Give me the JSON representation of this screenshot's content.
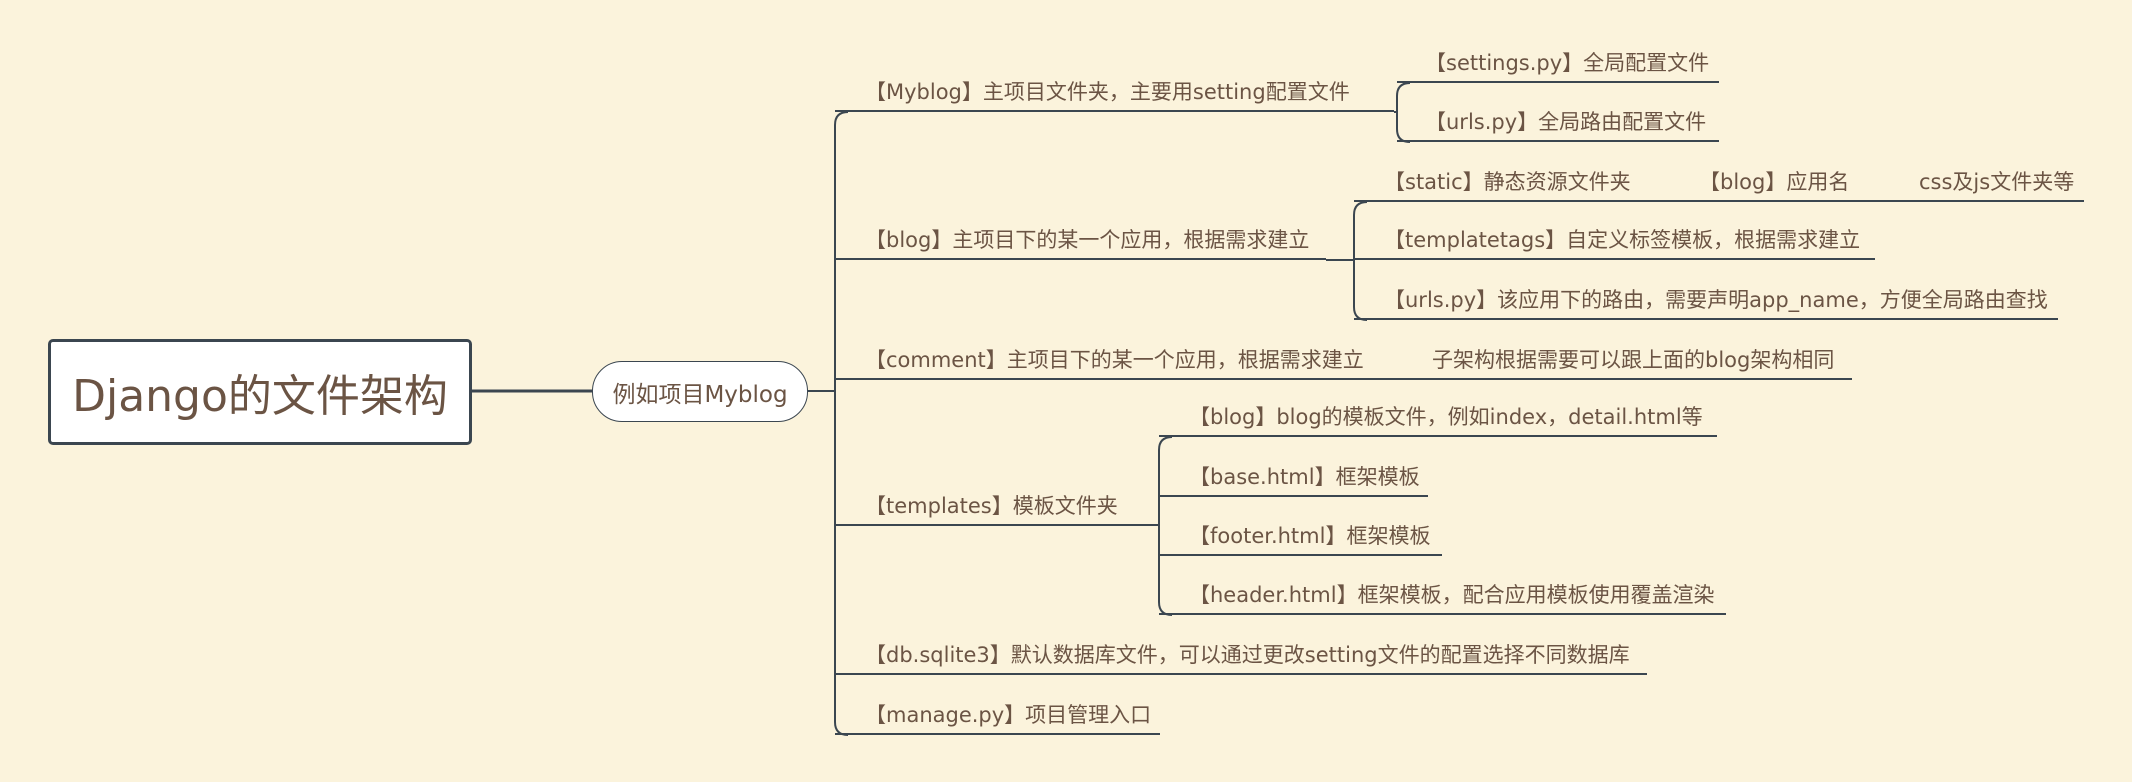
{
  "root": {
    "title": "Django的文件架构"
  },
  "project": {
    "label": "例如项目Myblog"
  },
  "branches": {
    "myblog": {
      "label": "【Myblog】主项目文件夹，主要用setting配置文件",
      "children": [
        "【settings.py】全局配置文件",
        "【urls.py】全局路由配置文件"
      ]
    },
    "blog": {
      "label": "【blog】主项目下的某一个应用，根据需求建立",
      "static": {
        "label": "【static】静态资源文件夹",
        "child": "【blog】应用名",
        "grandchild": "css及js文件夹等"
      },
      "children": [
        "【templatetags】自定义标签模板，根据需求建立",
        "【urls.py】该应用下的路由，需要声明app_name，方便全局路由查找"
      ]
    },
    "comment": {
      "label": "【comment】主项目下的某一个应用，根据需求建立",
      "child": "子架构根据需要可以跟上面的blog架构相同"
    },
    "templates": {
      "label": "【templates】模板文件夹",
      "children": [
        "【blog】blog的模板文件，例如index，detail.html等",
        "【base.html】框架模板",
        "【footer.html】框架模板",
        "【header.html】框架模板，配合应用模板使用覆盖渲染"
      ]
    },
    "db": {
      "label": "【db.sqlite3】默认数据库文件，可以通过更改setting文件的配置选择不同数据库"
    },
    "manage": {
      "label": "【manage.py】项目管理入口"
    }
  },
  "colors": {
    "background": "#fbf3dc",
    "line": "#3b4650",
    "text": "#6b5444"
  }
}
